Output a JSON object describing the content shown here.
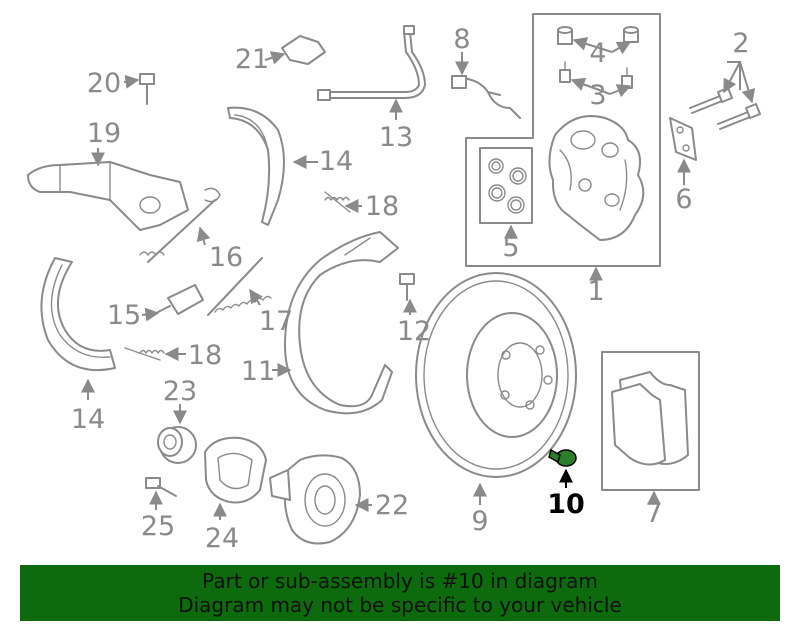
{
  "callouts": {
    "c1": "1",
    "c2": "2",
    "c3": "3",
    "c4": "4",
    "c5": "5",
    "c6": "6",
    "c7": "7",
    "c8": "8",
    "c9": "9",
    "c10": "10",
    "c11": "11",
    "c12": "12",
    "c13": "13",
    "c14a": "14",
    "c14b": "14",
    "c15": "15",
    "c16": "16",
    "c17": "17",
    "c18a": "18",
    "c18b": "18",
    "c19": "19",
    "c20": "20",
    "c21": "21",
    "c22": "22",
    "c23": "23",
    "c24": "24",
    "c25": "25"
  },
  "highlighted_part": "10",
  "colors": {
    "line": "#8a8a8a",
    "highlight": "#000000",
    "banner_bg": "#0d6a0d"
  },
  "banner": {
    "line1": "Part or sub-assembly is #10 in diagram",
    "line2": "Diagram may not be specific to your vehicle"
  }
}
